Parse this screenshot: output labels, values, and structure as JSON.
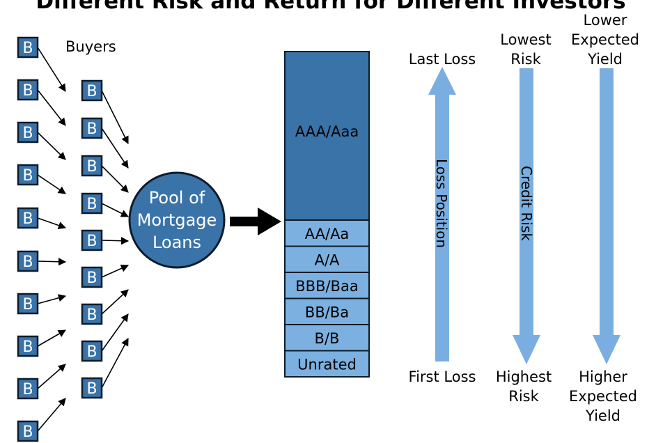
{
  "title": "Different Risk and Return for Different Investors",
  "buyers_label": "Buyers",
  "buyer_letter": "B",
  "pool": {
    "line1": "Pool of",
    "line2": "Mortgage",
    "line3": "Loans"
  },
  "tranches": [
    "AAA/Aaa",
    "AA/Aa",
    "A/A",
    "BBB/Baa",
    "BB/Ba",
    "B/B",
    "Unrated"
  ],
  "loss_position": {
    "label": "Loss Position",
    "top": "Last Loss",
    "bottom": "First Loss"
  },
  "credit_risk": {
    "label": "Credit Risk",
    "top1": "Lowest",
    "top2": "Risk",
    "bottom1": "Highest",
    "bottom2": "Risk"
  },
  "yield": {
    "top1": "Lower",
    "top2": "Expected",
    "top3": "Yield",
    "bottom1": "Higher",
    "bottom2": "Expected",
    "bottom3": "Yield"
  },
  "colors": {
    "dark_blue": "#3a73a8",
    "light_blue": "#7bb0e0",
    "arrow_blue": "#7aaee0",
    "outline": "#0d1b2a"
  }
}
